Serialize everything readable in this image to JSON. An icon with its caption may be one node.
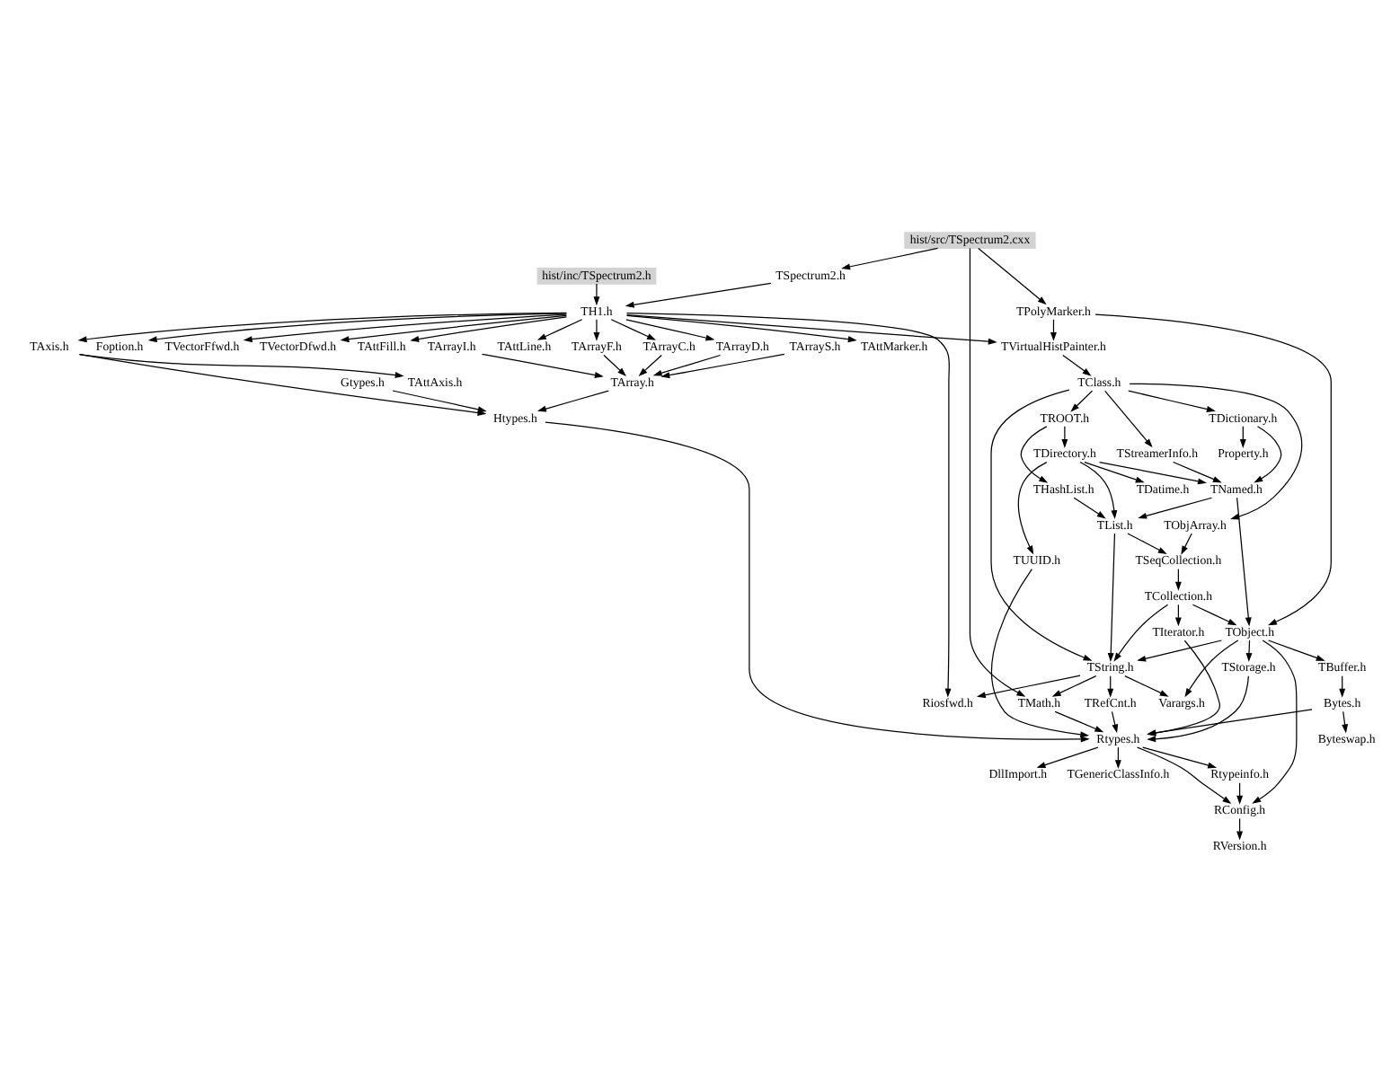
{
  "diagram": {
    "nodes": [
      {
        "text": [
          "hist/src/TSpectrum2.cxx"
        ]
      },
      {
        "text": [
          "TSpectrum2.h"
        ]
      },
      {
        "text": [
          "hist/inc/TSpectrum2.h"
        ]
      },
      {
        "text": [
          "TH1.h"
        ]
      },
      {
        "text": [
          "Foption.h"
        ]
      },
      {
        "text": [
          "TVectorFfwd.h"
        ]
      },
      {
        "text": [
          "TVectorDfwd.h"
        ]
      },
      {
        "text": [
          "TAttFill.h"
        ]
      },
      {
        "text": [
          "TAttLine.h"
        ]
      },
      {
        "text": [
          "TAxis.h"
        ]
      },
      {
        "text": [
          "TVirtualHistPainter.h"
        ]
      },
      {
        "text": [
          "TPolyMarker.h"
        ]
      },
      {
        "text": [
          "TArrayC.h"
        ]
      },
      {
        "text": [
          "TArrayS.h"
        ]
      },
      {
        "text": [
          "TArrayI.h"
        ]
      },
      {
        "text": [
          "TArrayD.h"
        ]
      },
      {
        "text": [
          "TArrayF.h"
        ]
      },
      {
        "text": [
          "TAttAxis.h"
        ]
      },
      {
        "text": [
          "TAttMarker.h"
        ]
      },
      {
        "text": [
          "TClass.h"
        ]
      },
      {
        "text": [
          "TArray.h"
        ]
      },
      {
        "text": [
          "Gtypes.h"
        ]
      },
      {
        "text": [
          "TROOT.h"
        ]
      },
      {
        "text": [
          "TDictionary.h"
        ]
      },
      {
        "text": [
          "TDirectory.h"
        ]
      },
      {
        "text": [
          "TObjArray.h"
        ]
      },
      {
        "text": [
          "TStreamerInfo.h"
        ]
      },
      {
        "text": [
          "Property.h"
        ]
      },
      {
        "text": [
          "THashList.h"
        ]
      },
      {
        "text": [
          "TDatime.h"
        ]
      },
      {
        "text": [
          "TNamed.h"
        ]
      },
      {
        "text": [
          "Htypes.h"
        ]
      },
      {
        "text": [
          "TList.h"
        ]
      },
      {
        "text": [
          "TUUID.h"
        ]
      },
      {
        "text": [
          "TSeqCollection.h"
        ]
      },
      {
        "text": [
          "TCollection.h"
        ]
      },
      {
        "text": [
          "TString.h"
        ]
      },
      {
        "text": [
          "TObject.h"
        ]
      },
      {
        "text": [
          "TMath.h"
        ]
      },
      {
        "text": [
          "Riosfwd.h"
        ]
      },
      {
        "text": [
          "Varargs.h"
        ]
      },
      {
        "text": [
          "TBuffer.h"
        ]
      },
      {
        "text": [
          "TIterator.h"
        ]
      },
      {
        "text": [
          "TRefCnt.h"
        ]
      },
      {
        "text": [
          "TStorage.h"
        ]
      },
      {
        "text": [
          "Bytes.h"
        ]
      },
      {
        "text": [
          "Rtypes.h"
        ]
      },
      {
        "text": [
          "Byteswap.h"
        ]
      },
      {
        "text": [
          "TGenericClassInfo.h"
        ]
      },
      {
        "text": [
          "Rtypeinfo.h"
        ]
      },
      {
        "text": [
          "DllImport.h"
        ]
      },
      {
        "text": [
          "RConfig.h"
        ]
      },
      {
        "text": [
          "RVersion.h"
        ]
      }
    ],
    "edges": [
      {
        "from": 0,
        "to": 1,
        "arrow": "to"
      },
      {
        "from": 0,
        "to": 11,
        "arrow": "to"
      },
      {
        "from": 0,
        "to": 38,
        "arrow": "to"
      },
      {
        "from": 1,
        "to": 3,
        "arrow": "to"
      },
      {
        "from": 2,
        "to": 3,
        "arrow": "to"
      },
      {
        "from": 3,
        "to": 4,
        "arrow": "to"
      },
      {
        "from": 3,
        "to": 5,
        "arrow": "to"
      },
      {
        "from": 3,
        "to": 6,
        "arrow": "to"
      },
      {
        "from": 3,
        "to": 7,
        "arrow": "to"
      },
      {
        "from": 3,
        "to": 8,
        "arrow": "to"
      },
      {
        "from": 3,
        "to": 9,
        "arrow": "to"
      },
      {
        "from": 3,
        "to": 10,
        "arrow": "to"
      },
      {
        "from": 3,
        "to": 12,
        "arrow": "to"
      },
      {
        "from": 3,
        "to": 15,
        "arrow": "to"
      },
      {
        "from": 3,
        "to": 16,
        "arrow": "to"
      },
      {
        "from": 3,
        "to": 18,
        "arrow": "to"
      },
      {
        "from": 3,
        "to": 39,
        "arrow": "to"
      },
      {
        "from": 9,
        "to": 17,
        "arrow": "to"
      },
      {
        "from": 9,
        "to": 31,
        "arrow": "to"
      },
      {
        "from": 12,
        "to": 20,
        "arrow": "to"
      },
      {
        "from": 13,
        "to": 20,
        "arrow": "to"
      },
      {
        "from": 14,
        "to": 20,
        "arrow": "to"
      },
      {
        "from": 15,
        "to": 20,
        "arrow": "to"
      },
      {
        "from": 16,
        "to": 20,
        "arrow": "to"
      },
      {
        "from": 20,
        "to": 31,
        "arrow": "to"
      },
      {
        "from": 21,
        "to": 31,
        "arrow": "to"
      },
      {
        "from": 10,
        "to": 19,
        "arrow": "to"
      },
      {
        "from": 11,
        "to": 10,
        "arrow": "to"
      },
      {
        "from": 11,
        "to": 37,
        "arrow": "to"
      },
      {
        "from": 19,
        "to": 22,
        "arrow": "to"
      },
      {
        "from": 19,
        "to": 23,
        "arrow": "to"
      },
      {
        "from": 19,
        "to": 25,
        "arrow": "to"
      },
      {
        "from": 19,
        "to": 26,
        "arrow": "to"
      },
      {
        "from": 19,
        "to": 36,
        "arrow": "to"
      },
      {
        "from": 22,
        "to": 24,
        "arrow": "to"
      },
      {
        "from": 22,
        "to": 28,
        "arrow": "to"
      },
      {
        "from": 23,
        "to": 27,
        "arrow": "to"
      },
      {
        "from": 23,
        "to": 30,
        "arrow": "to"
      },
      {
        "from": 24,
        "to": 29,
        "arrow": "to"
      },
      {
        "from": 24,
        "to": 30,
        "arrow": "to"
      },
      {
        "from": 24,
        "to": 32,
        "arrow": "to"
      },
      {
        "from": 24,
        "to": 33,
        "arrow": "to"
      },
      {
        "from": 25,
        "to": 34,
        "arrow": "to"
      },
      {
        "from": 26,
        "to": 30,
        "arrow": "to"
      },
      {
        "from": 28,
        "to": 32,
        "arrow": "to"
      },
      {
        "from": 30,
        "to": 32,
        "arrow": "to"
      },
      {
        "from": 30,
        "to": 37,
        "arrow": "to"
      },
      {
        "from": 32,
        "to": 34,
        "arrow": "to"
      },
      {
        "from": 32,
        "to": 36,
        "arrow": "to"
      },
      {
        "from": 34,
        "to": 35,
        "arrow": "to"
      },
      {
        "from": 35,
        "to": 36,
        "arrow": "to"
      },
      {
        "from": 35,
        "to": 37,
        "arrow": "to"
      },
      {
        "from": 35,
        "to": 42,
        "arrow": "to"
      },
      {
        "from": 36,
        "to": 38,
        "arrow": "to"
      },
      {
        "from": 36,
        "to": 39,
        "arrow": "to"
      },
      {
        "from": 36,
        "to": 40,
        "arrow": "to"
      },
      {
        "from": 36,
        "to": 43,
        "arrow": "to"
      },
      {
        "from": 37,
        "to": 36,
        "arrow": "to"
      },
      {
        "from": 37,
        "to": 40,
        "arrow": "to"
      },
      {
        "from": 37,
        "to": 41,
        "arrow": "to"
      },
      {
        "from": 37,
        "to": 44,
        "arrow": "to"
      },
      {
        "from": 37,
        "to": 51,
        "arrow": "to"
      },
      {
        "from": 31,
        "to": 46,
        "arrow": "to"
      },
      {
        "from": 33,
        "to": 46,
        "arrow": "to"
      },
      {
        "from": 38,
        "to": 46,
        "arrow": "to"
      },
      {
        "from": 41,
        "to": 45,
        "arrow": "to"
      },
      {
        "from": 42,
        "to": 46,
        "arrow": "to"
      },
      {
        "from": 43,
        "to": 46,
        "arrow": "to"
      },
      {
        "from": 44,
        "to": 46,
        "arrow": "to"
      },
      {
        "from": 45,
        "to": 46,
        "arrow": "to"
      },
      {
        "from": 45,
        "to": 47,
        "arrow": "to"
      },
      {
        "from": 46,
        "to": 48,
        "arrow": "to"
      },
      {
        "from": 46,
        "to": 49,
        "arrow": "to"
      },
      {
        "from": 46,
        "to": 50,
        "arrow": "to"
      },
      {
        "from": 46,
        "to": 51,
        "arrow": "to"
      },
      {
        "from": 49,
        "to": 51,
        "arrow": "to"
      },
      {
        "from": 51,
        "to": 52,
        "arrow": "to"
      }
    ]
  }
}
